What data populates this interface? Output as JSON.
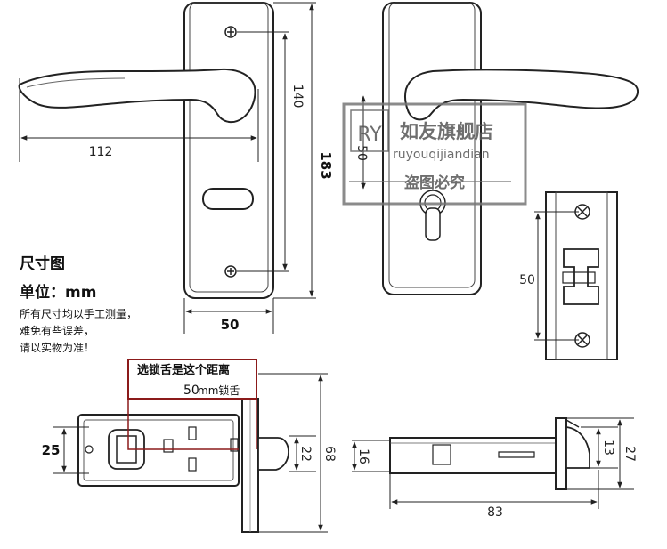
{
  "info": {
    "title": "尺寸图",
    "unit": "单位：mm",
    "note_lines": [
      "所有尺寸均以手工测量，",
      "难免有些误差，",
      "请以实物为准！"
    ]
  },
  "dimensions": {
    "handle_length": "112",
    "hole_spacing": "140",
    "plate_height": "183",
    "plate_width": "50",
    "handle_height": "50",
    "strike_spacing": "50",
    "latch_height": "25",
    "latch_front_height": "22",
    "latch_plate_height": "68",
    "latch_depth": "83",
    "tongue_height": "16",
    "tongue_height_2": "13",
    "faceplate_height": "27"
  },
  "callout": {
    "title": "选锁舌是这个距离",
    "value_number": "50",
    "value_text": "mm锁舌"
  },
  "watermark": {
    "logo": "RY",
    "shop_name": "如友旗舰店",
    "shop_pinyin": "ruyouqijiandian",
    "warning": "盗图必究"
  },
  "colors": {
    "line": "#222222",
    "callout_border": "#8b1a1a",
    "plate_fill": "#ffffff"
  }
}
